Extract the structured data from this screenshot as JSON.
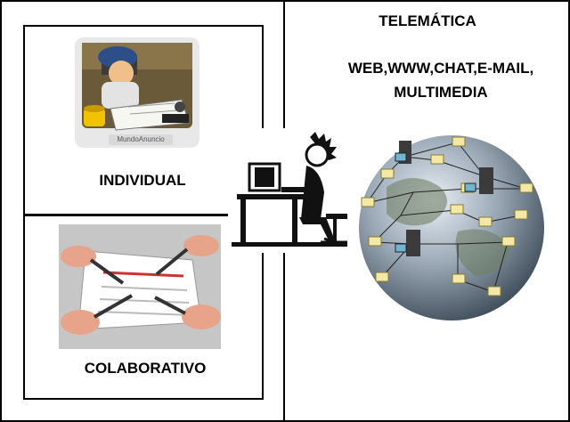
{
  "left_panel": {
    "top_label": "INDIVIDUAL",
    "bottom_label": "COLABORATIVO",
    "top_image_caption": "MundoAnuncio"
  },
  "right_panel": {
    "title": "TELEMÁTICA",
    "services_line1": "WEB,WWW,CHAT,E-MAIL,",
    "services_line2": "MULTIMEDIA"
  },
  "icons": [
    "student-studying-icon",
    "collaborative-hands-icon",
    "person-at-computer-icon",
    "network-globe-icon"
  ]
}
